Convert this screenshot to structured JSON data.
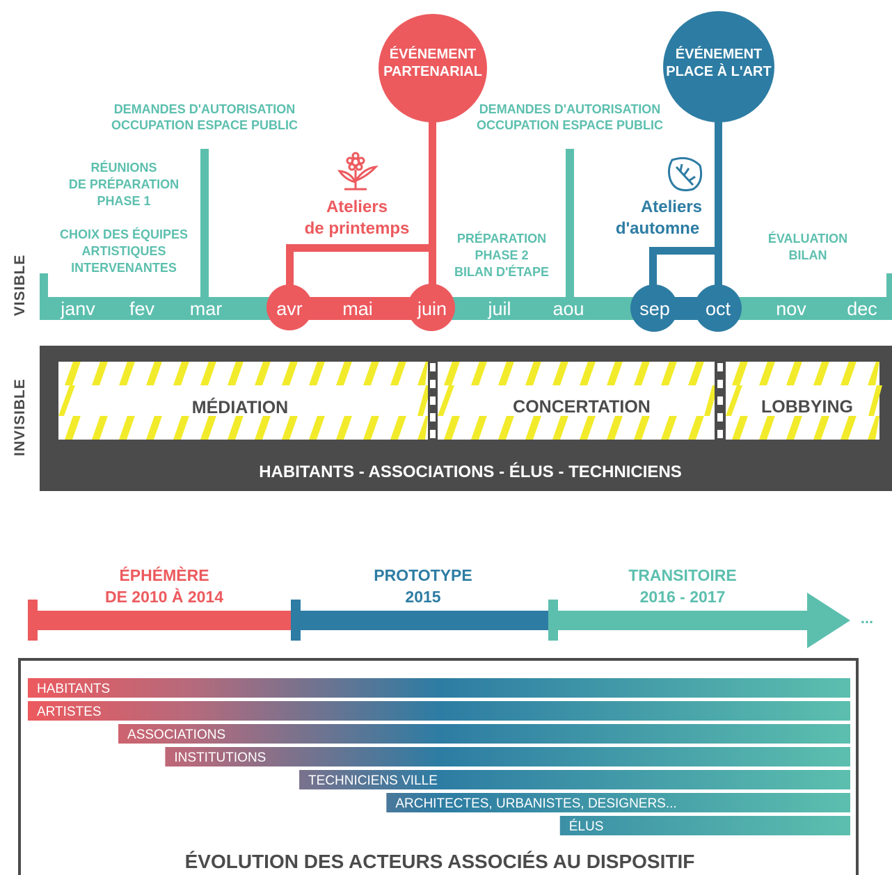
{
  "colors": {
    "teal": "#5cbfae",
    "red": "#ec5a5e",
    "blue": "#2d7ca3",
    "dark": "#4b4b4b",
    "yellow": "#f1eb2b",
    "white": "#ffffff"
  },
  "side_labels": {
    "visible": "VISIBLE",
    "invisible": "INVISIBLE"
  },
  "months": [
    "janv",
    "fev",
    "mar",
    "avr",
    "mai",
    "juin",
    "juil",
    "aou",
    "sep",
    "oct",
    "nov",
    "dec"
  ],
  "events": {
    "partenarial": {
      "line1": "ÉVÉNEMENT",
      "line2": "PARTENARIAL"
    },
    "place_art": {
      "line1": "ÉVÉNEMENT",
      "line2": "PLACE À L'ART"
    }
  },
  "ateliers": {
    "printemps": {
      "line1": "Ateliers",
      "line2": "de printemps",
      "icon": "flower-icon"
    },
    "automne": {
      "line1": "Ateliers",
      "line2": "d'automne",
      "icon": "leaf-icon"
    }
  },
  "notes": {
    "demandes_1": [
      "DEMANDES D'AUTORISATION",
      "OCCUPATION ESPACE PUBLIC"
    ],
    "demandes_2": [
      "DEMANDES D'AUTORISATION",
      "OCCUPATION ESPACE PUBLIC"
    ],
    "reunions": [
      "RÉUNIONS",
      "DE PRÉPARATION",
      "PHASE 1"
    ],
    "choix": [
      "CHOIX DES ÉQUIPES",
      "ARTISTIQUES",
      "INTERVENANTES"
    ],
    "preparation": [
      "PRÉPARATION",
      "PHASE 2",
      "BILAN D'ÉTAPE"
    ],
    "evaluation": [
      "ÉVALUATION",
      "BILAN"
    ]
  },
  "invisible_band": {
    "sections": [
      "MÉDIATION",
      "CONCERTATION",
      "LOBBYING"
    ],
    "footer": "HABITANTS - ASSOCIATIONS - ÉLUS - TECHNICIENS"
  },
  "phases": [
    {
      "line1": "ÉPHÉMÈRE",
      "line2": "DE 2010 À 2014"
    },
    {
      "line1": "PROTOTYPE",
      "line2": "2015"
    },
    {
      "line1": "TRANSITOIRE",
      "line2": "2016 - 2017"
    }
  ],
  "phase_ellipsis": "...",
  "actors": {
    "title": "ÉVOLUTION DES ACTEURS ASSOCIÉS AU DISPOSITIF",
    "items": [
      {
        "label": "HABITANTS",
        "start": 0.0
      },
      {
        "label": "ARTISTES",
        "start": 0.0
      },
      {
        "label": "ASSOCIATIONS",
        "start": 0.11
      },
      {
        "label": "INSTITUTIONS",
        "start": 0.167
      },
      {
        "label": "TECHNICIENS VILLE",
        "start": 0.33
      },
      {
        "label": "ARCHITECTES, URBANISTES, DESIGNERS...",
        "start": 0.436
      },
      {
        "label": "ÉLUS",
        "start": 0.647
      }
    ]
  }
}
